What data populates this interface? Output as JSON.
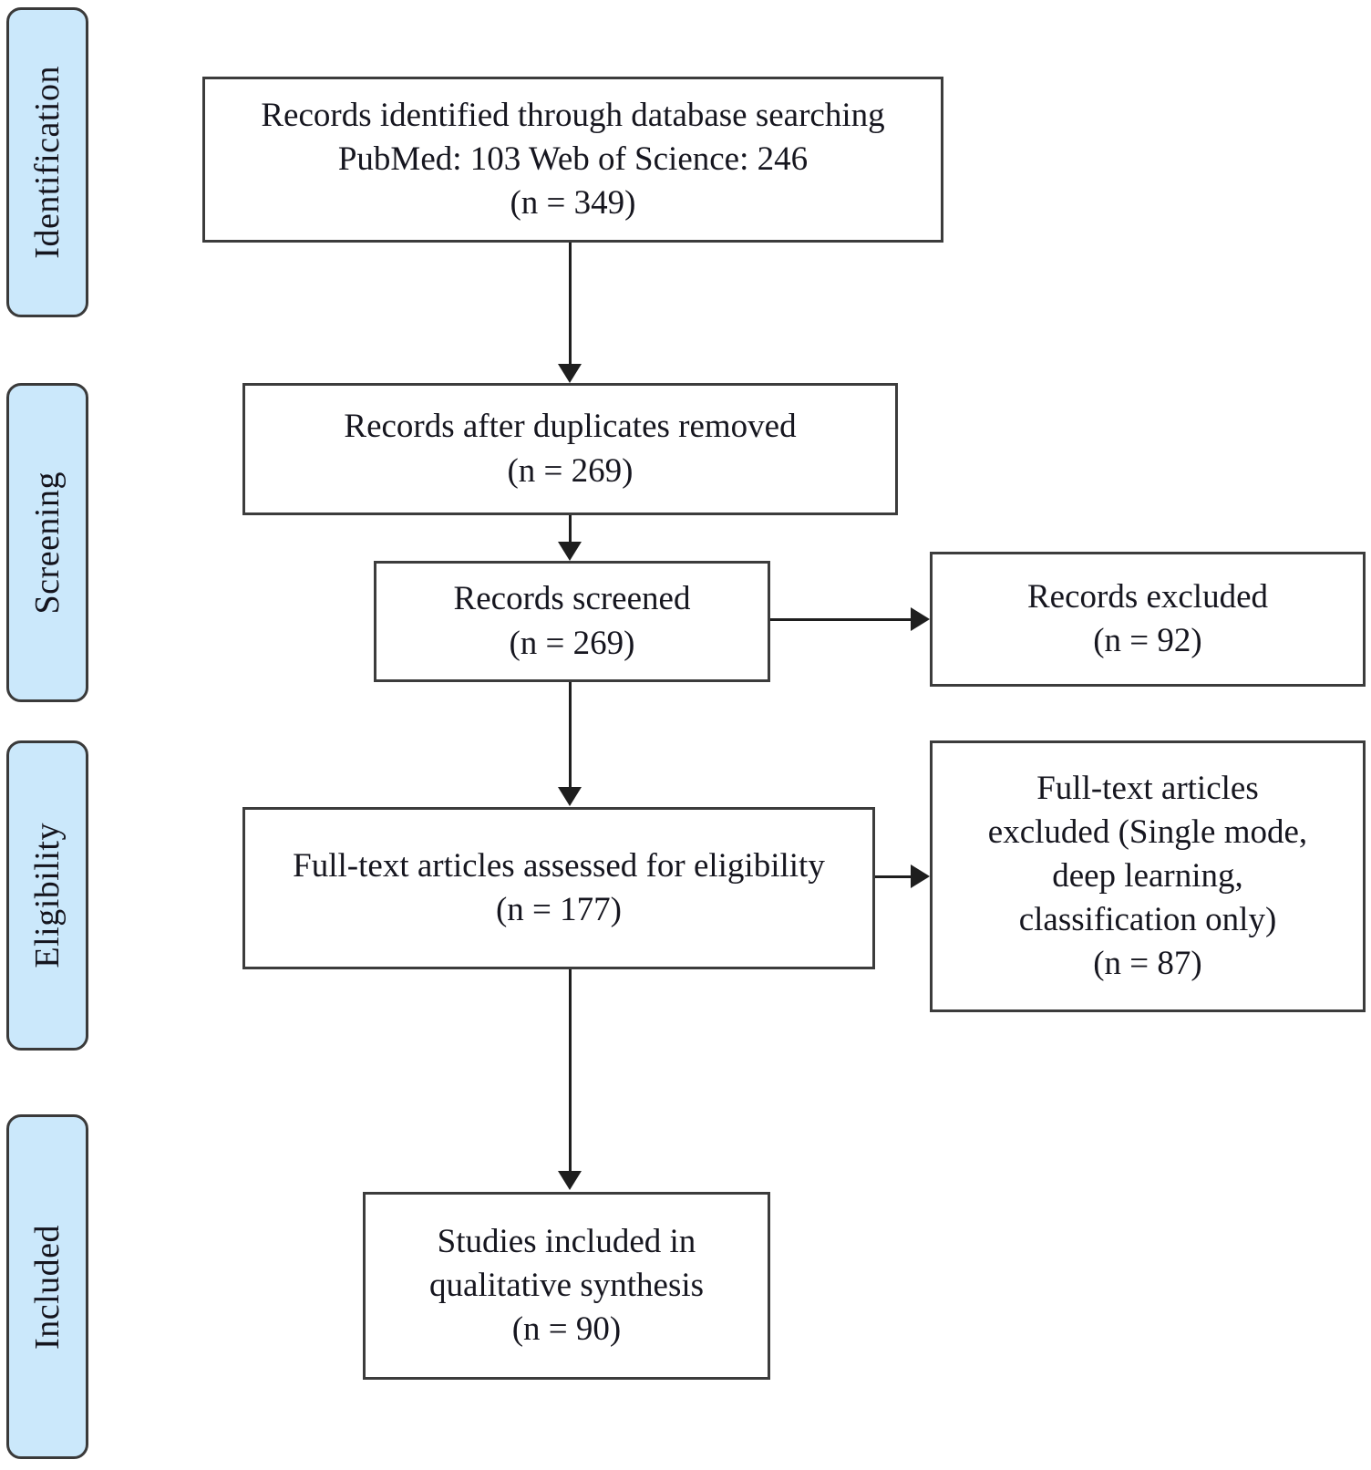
{
  "diagram": {
    "type": "prisma-flow-diagram",
    "stages": [
      {
        "id": "identification",
        "label": "Identification"
      },
      {
        "id": "screening",
        "label": "Screening"
      },
      {
        "id": "eligibility",
        "label": "Eligibility"
      },
      {
        "id": "included",
        "label": "Included"
      }
    ],
    "boxes": [
      {
        "id": "records-identified",
        "text": "Records identified through database searching\nPubMed: 103 Web of Science: 246\n(n = 349)",
        "n": 349
      },
      {
        "id": "records-after-duplicates",
        "text": "Records after duplicates removed\n(n = 269)",
        "n": 269
      },
      {
        "id": "records-screened",
        "text": "Records screened\n(n = 269)",
        "n": 269
      },
      {
        "id": "records-excluded",
        "text": "Records excluded\n(n = 92)",
        "n": 92
      },
      {
        "id": "fulltext-assessed",
        "text": "Full-text articles assessed  for eligibility\n(n = 177)",
        "n": 177
      },
      {
        "id": "fulltext-excluded",
        "text": "Full-text articles\nexcluded (Single mode,\ndeep learning,\nclassification only)\n(n = 87)",
        "n": 87
      },
      {
        "id": "studies-included",
        "text": "Studies included in\nqualitative synthesis\n(n = 90)",
        "n": 90
      }
    ],
    "colors": {
      "pill_fill": "#cbe8fb",
      "pill_border": "#3a3a3a",
      "box_border": "#3c3c3c",
      "connector": "#1e1e1e",
      "text": "#16161f",
      "background": "#ffffff"
    }
  }
}
